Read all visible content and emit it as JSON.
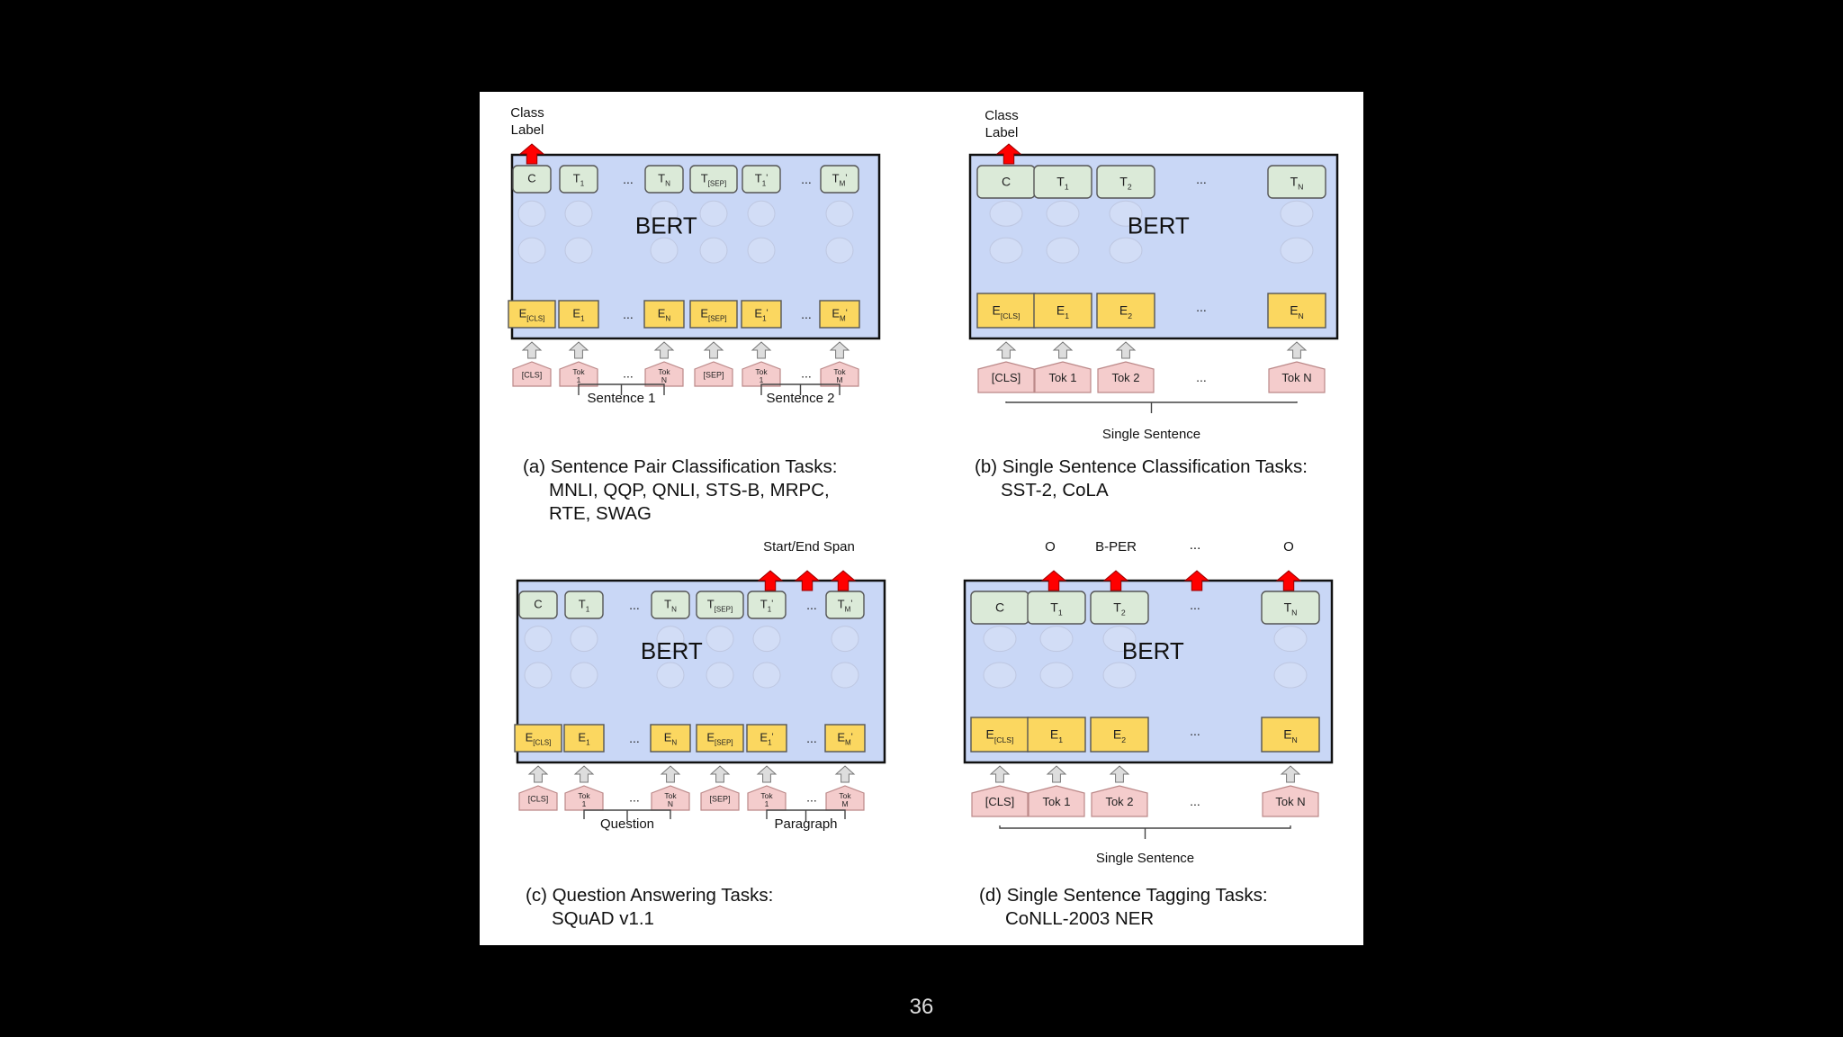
{
  "slide": {
    "page_number": "36"
  },
  "model_label": "BERT",
  "ellipsis": "...",
  "arrow_color": "#ff0000",
  "colors": {
    "panel": "#c9d7f6",
    "embed": "#fbd760",
    "output": "#dbead8",
    "token": "#f4cccc"
  },
  "panels": [
    {
      "id": "a",
      "top_labels": [
        "Class",
        "Label"
      ],
      "outputs": [
        "C",
        "T_1",
        "...",
        "T_N",
        "T_[SEP]",
        "T_1'",
        "...",
        "T_M'"
      ],
      "embeddings": [
        "E_[CLS]",
        "E_1",
        "...",
        "E_N",
        "E_[SEP]",
        "E_1'",
        "...",
        "E_M'"
      ],
      "tokens": [
        "[CLS]",
        "Tok|1",
        "...",
        "Tok|N",
        "[SEP]",
        "Tok|1",
        "...",
        "Tok|M"
      ],
      "groups": [
        "Sentence 1",
        "Sentence 2"
      ],
      "caption": [
        "(a) Sentence Pair Classification Tasks:",
        "MNLI, QQP, QNLI, STS-B, MRPC,",
        "RTE, SWAG"
      ]
    },
    {
      "id": "b",
      "top_labels": [
        "Class",
        "Label"
      ],
      "outputs": [
        "C",
        "T_1",
        "T_2",
        "...",
        "T_N"
      ],
      "embeddings": [
        "E_[CLS]",
        "E_1",
        "E_2",
        "...",
        "E_N"
      ],
      "tokens": [
        "[CLS]",
        "Tok 1",
        "Tok 2",
        "...",
        "Tok N"
      ],
      "groups": [
        "Single Sentence"
      ],
      "caption": [
        "(b) Single Sentence Classification Tasks:",
        "SST-2, CoLA"
      ]
    },
    {
      "id": "c",
      "top_labels": [
        "Start/End Span"
      ],
      "outputs": [
        "C",
        "T_1",
        "...",
        "T_N",
        "T_[SEP]",
        "T_1'",
        "...",
        "T_M'"
      ],
      "embeddings": [
        "E_[CLS]",
        "E_1",
        "...",
        "E_N",
        "E_[SEP]",
        "E_1'",
        "...",
        "E_M'"
      ],
      "tokens": [
        "[CLS]",
        "Tok|1",
        "...",
        "Tok|N",
        "[SEP]",
        "Tok|1",
        "...",
        "Tok|M"
      ],
      "groups": [
        "Question",
        "Paragraph"
      ],
      "caption": [
        "(c) Question Answering Tasks:",
        "SQuAD v1.1"
      ]
    },
    {
      "id": "d",
      "top_labels": [
        "O",
        "B-PER",
        "...",
        "O"
      ],
      "outputs": [
        "C",
        "T_1",
        "T_2",
        "...",
        "T_N"
      ],
      "embeddings": [
        "E_[CLS]",
        "E_1",
        "E_2",
        "...",
        "E_N"
      ],
      "tokens": [
        "[CLS]",
        "Tok 1",
        "Tok 2",
        "...",
        "Tok N"
      ],
      "groups": [
        "Single Sentence"
      ],
      "caption": [
        "(d) Single Sentence Tagging Tasks:",
        "CoNLL-2003 NER"
      ]
    }
  ]
}
